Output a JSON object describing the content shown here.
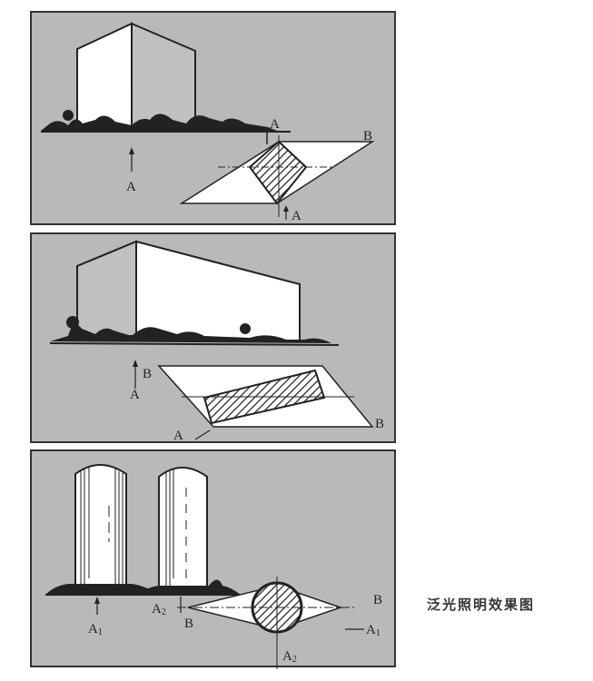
{
  "caption": "泛光照明效果图",
  "panels": [
    {
      "id": "panel-1",
      "description": "Square building lit from two corners (plan view rhombus)",
      "labels": {
        "a_top": "A",
        "a_front": "A",
        "a_bottom": "A",
        "b": "B"
      }
    },
    {
      "id": "panel-2",
      "description": "Long rectangular building lit at an angle",
      "labels": {
        "a_left": "A",
        "b_left": "B",
        "a_bottom": "A",
        "b_right": "B"
      }
    },
    {
      "id": "panel-3",
      "description": "Cylindrical towers lit from two directions",
      "labels": {
        "a1_front": "A",
        "a1_front_sub": "1",
        "a2_left": "A",
        "a2_left_sub": "2",
        "b_left": "B",
        "b_right": "B",
        "a1_right": "A",
        "a1_right_sub": "1",
        "a2_bottom": "A",
        "a2_bottom_sub": "2"
      }
    }
  ],
  "colors": {
    "panel_bg": "#b9b9b9",
    "ink": "#222222",
    "light": "#ffffff",
    "shade": "#a6a6a6"
  }
}
